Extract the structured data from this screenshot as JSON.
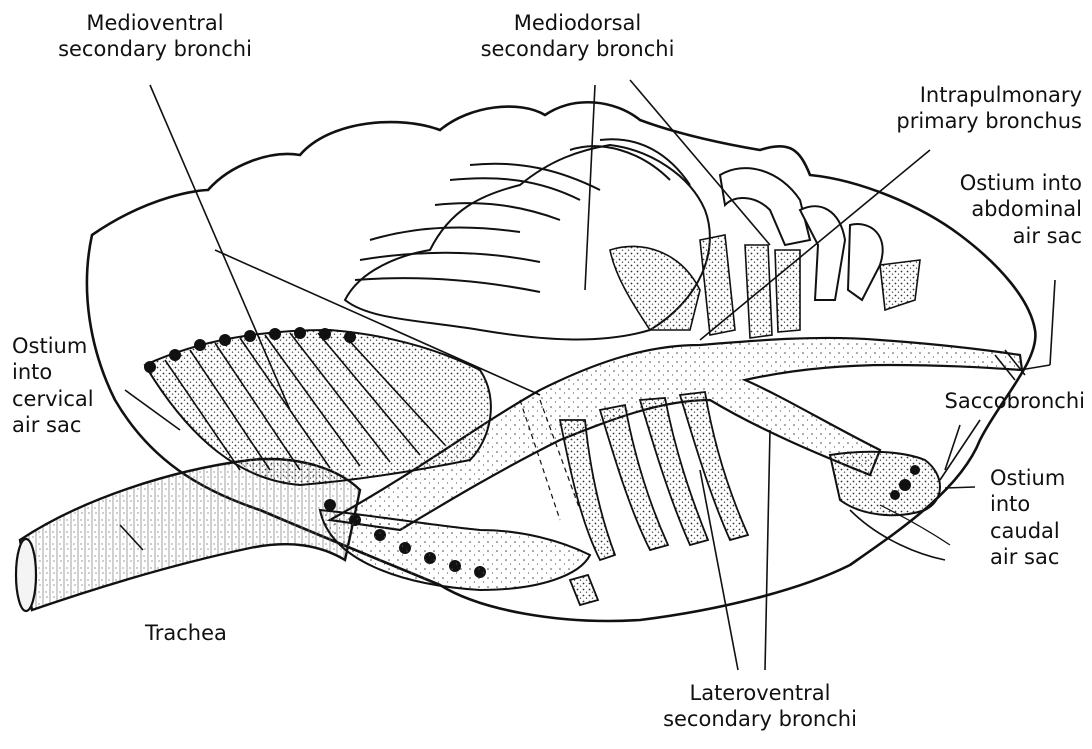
{
  "labels": {
    "medioventral": [
      "Medioventral",
      "secondary bronchi"
    ],
    "mediodorsal": [
      "Mediodorsal",
      "secondary bronchi"
    ],
    "intrapulmonary": [
      "Intrapulmonary",
      "primary bronchus"
    ],
    "abdominal_ostium": [
      "Ostium into",
      "abdominal",
      "air sac"
    ],
    "cervical_ostium": [
      "Ostium",
      "into",
      "cervical",
      "air sac"
    ],
    "saccobronchi": "Saccobronchi",
    "caudal_ostium": [
      "Ostium",
      "into",
      "caudal",
      "air sac"
    ],
    "trachea": "Trachea",
    "lateroventral": [
      "Lateroventral",
      "secondary bronchi"
    ]
  },
  "colors": {
    "ink": "#111111",
    "paper": "#ffffff",
    "stipple": "#333333"
  }
}
